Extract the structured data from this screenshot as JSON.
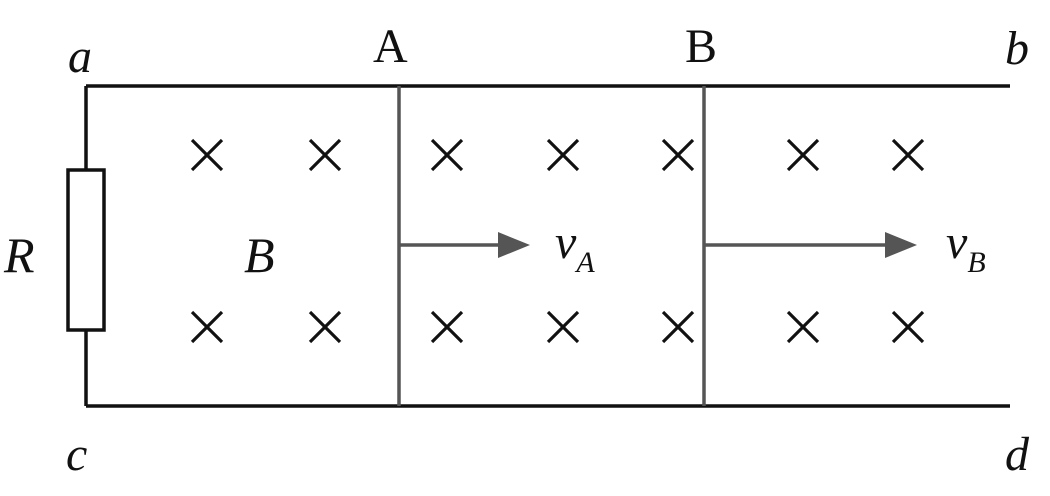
{
  "labels": {
    "a": "a",
    "b": "b",
    "c": "c",
    "d": "d",
    "A": "A",
    "B_rod": "B",
    "R": "R",
    "field": "B",
    "vA_base": "v",
    "vA_sub": "A",
    "vB_base": "v",
    "vB_sub": "B"
  },
  "field_marker": "×",
  "colors": {
    "wire": "#111111",
    "rod": "#555555",
    "arrow": "#555555"
  }
}
